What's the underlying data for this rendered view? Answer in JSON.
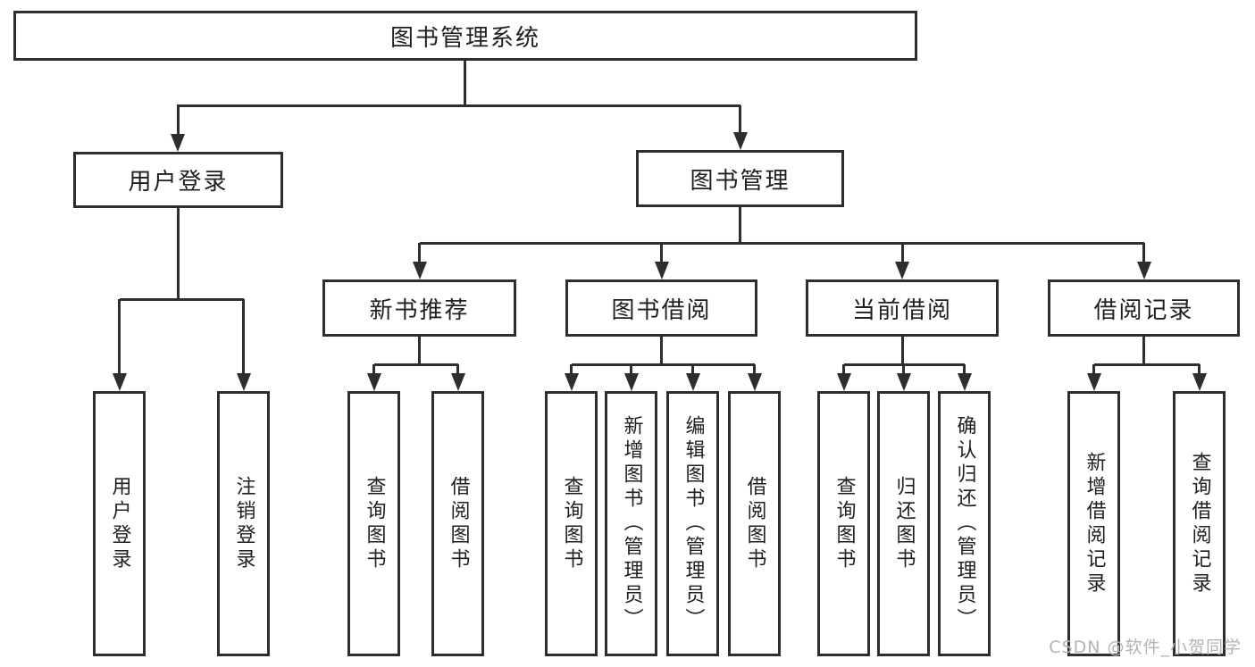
{
  "tree": {
    "label": "图书管理系统",
    "children": [
      {
        "label": "用户登录",
        "children": [
          {
            "label": "用户登录"
          },
          {
            "label": "注销登录"
          }
        ]
      },
      {
        "label": "图书管理",
        "children": [
          {
            "label": "新书推荐",
            "children": [
              {
                "label": "查询图书"
              },
              {
                "label": "借阅图书"
              }
            ]
          },
          {
            "label": "图书借阅",
            "children": [
              {
                "label": "查询图书"
              },
              {
                "label": "新增图书（管理员）"
              },
              {
                "label": "编辑图书（管理员）"
              },
              {
                "label": "借阅图书"
              }
            ]
          },
          {
            "label": "当前借阅",
            "children": [
              {
                "label": "查询图书"
              },
              {
                "label": "归还图书"
              },
              {
                "label": "确认归还（管理员）"
              }
            ]
          },
          {
            "label": "借阅记录",
            "children": [
              {
                "label": "新增借阅记录"
              },
              {
                "label": "查询借阅记录"
              }
            ]
          }
        ]
      }
    ]
  },
  "watermark": {
    "text": "CSDN @软件_小贺同学"
  },
  "colors": {
    "line": "#2e2e2e",
    "text": "#1f1f1f",
    "background": "#ffffff",
    "watermark": "#b3b3b3"
  }
}
